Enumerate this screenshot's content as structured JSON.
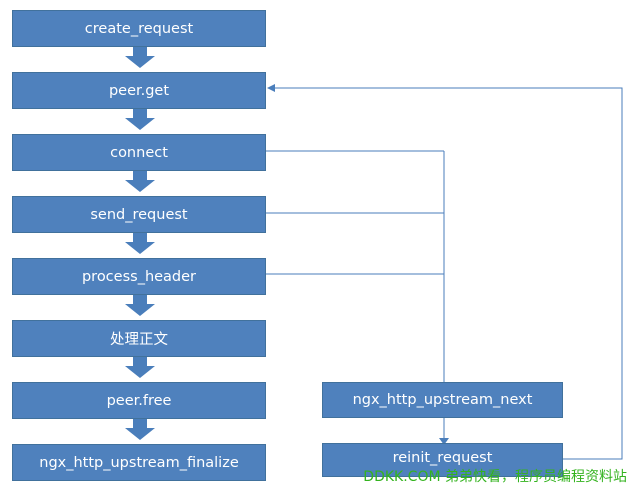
{
  "nodes": {
    "create_request": "create_request",
    "peer_get": "peer.get",
    "connect": "connect",
    "send_request": "send_request",
    "process_header": "process_header",
    "process_body": "处理正文",
    "peer_free": "peer.free",
    "finalize": "ngx_http_upstream_finalize",
    "upstream_next": "ngx_http_upstream_next",
    "reinit_request": "reinit_request"
  },
  "watermark": "DDKK.COM 弟弟快看，程序员编程资料站",
  "colors": {
    "box_fill": "#4f81bd",
    "box_border": "#41719c",
    "connector": "#4a7ebb",
    "watermark": "#34b31f"
  }
}
